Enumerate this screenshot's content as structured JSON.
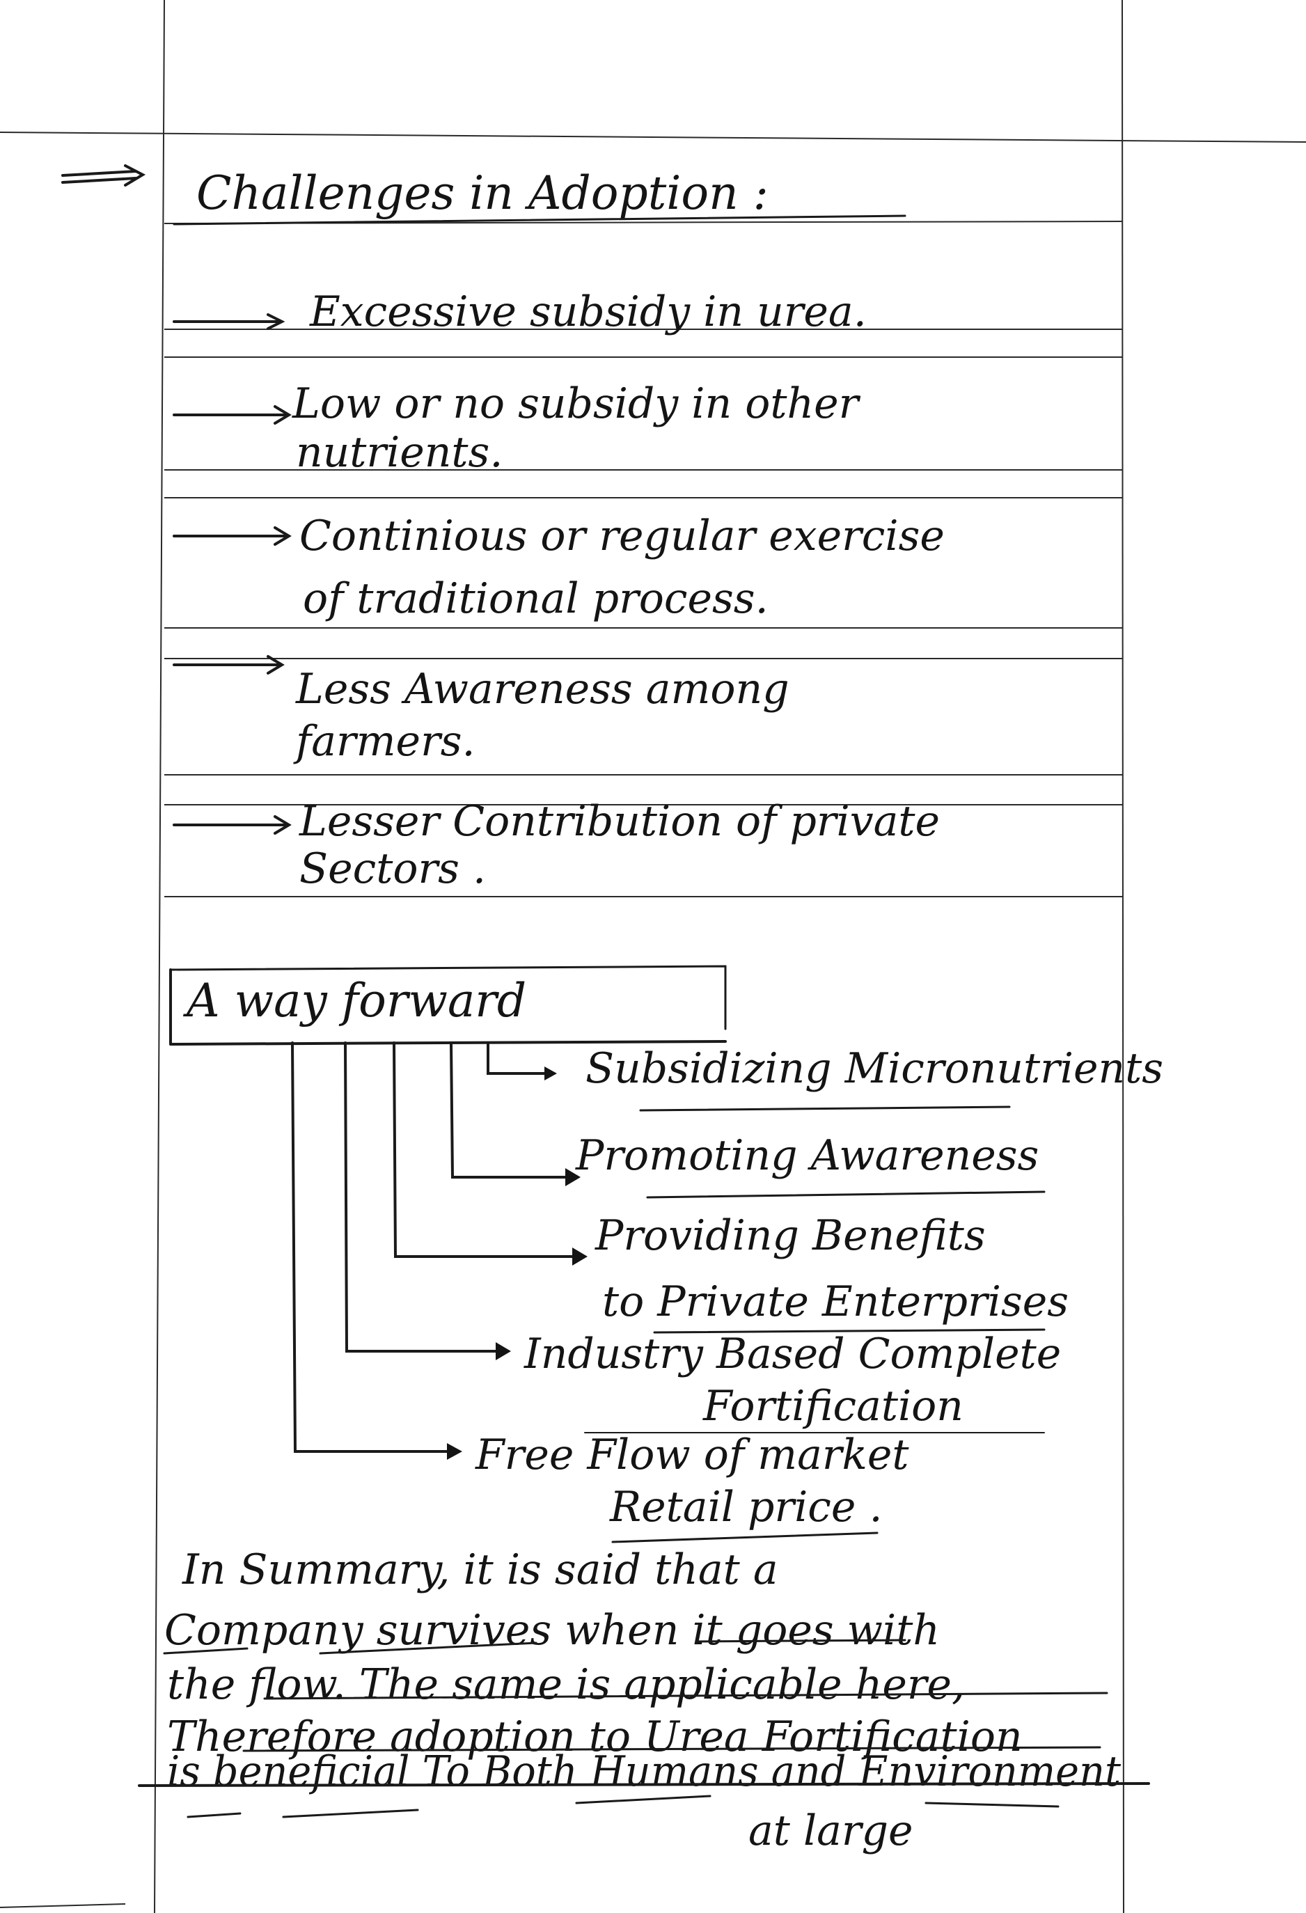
{
  "challenges": {
    "heading": "Challenges in Adoption :",
    "items": [
      {
        "lines": [
          "Excessive subsidy in urea."
        ]
      },
      {
        "lines": [
          "Low or no subsidy in other",
          "nutrients."
        ]
      },
      {
        "lines": [
          "Continious or regular exercise",
          "of traditional process."
        ]
      },
      {
        "lines": [
          "Less Awareness among",
          "farmers."
        ]
      },
      {
        "lines": [
          "Lesser Contribution of private",
          "Sectors ."
        ]
      }
    ]
  },
  "way_forward": {
    "heading": "A way forward",
    "items": [
      {
        "lines": [
          "Subsidizing Micronutrients"
        ]
      },
      {
        "lines": [
          "Promoting Awareness"
        ]
      },
      {
        "lines": [
          "Providing Benefits",
          "to Private Enterprises"
        ]
      },
      {
        "lines": [
          "Industry Based Complete",
          "Fortification"
        ]
      },
      {
        "lines": [
          "Free Flow of market",
          "Retail price ."
        ]
      }
    ]
  },
  "summary": {
    "lines": [
      "In Summary, it is said that a",
      "Company survives when it goes with",
      "the flow. The same is applicable here,",
      "Therefore adoption to Urea Fortification",
      "is beneficial To Both Humans and Environment",
      "at large"
    ]
  }
}
